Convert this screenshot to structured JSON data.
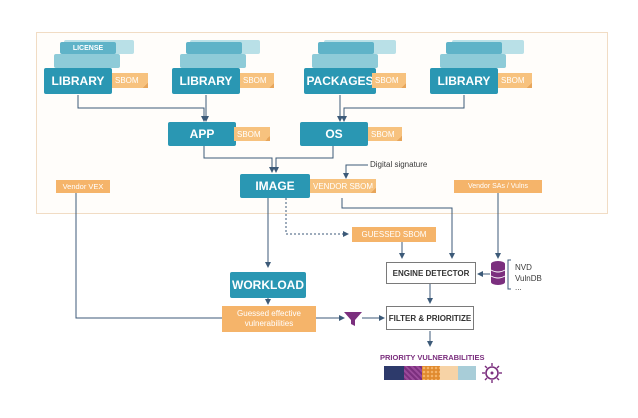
{
  "nodes": {
    "license": "LICENSE",
    "library_1": "LIBRARY",
    "library_2": "LIBRARY",
    "packages": "PACKAGES",
    "library_3": "LIBRARY",
    "app": "APP",
    "os": "OS",
    "image": "IMAGE",
    "workload": "WORKLOAD",
    "engine_detector": "ENGINE DETECTOR",
    "filter_prioritize": "FILTER & PRIORITIZE"
  },
  "tags": {
    "sbom": "SBOM",
    "vendor_sbom": "VENDOR SBOM",
    "guessed_sbom": "GUESSED SBOM",
    "vendor_vex": "Vendor VEX",
    "vendor_sas": "Vendor SAs / Vulns",
    "guessed_effective": "Guessed effective vulnerabilities"
  },
  "labels": {
    "digital_signature": "Digital signature",
    "nvd": "NVD",
    "vulndb": "VulnDB",
    "ellipsis": "...",
    "priority_vulnerabilities": "PRIORITY VULNERABILITIES"
  },
  "colors": {
    "teal": "#2a97b3",
    "orange": "#f5b46a",
    "navy": "#2d3a6b",
    "purple": "#7b2f7e"
  },
  "icons": [
    "database-icon",
    "funnel-icon",
    "virus-icon"
  ]
}
